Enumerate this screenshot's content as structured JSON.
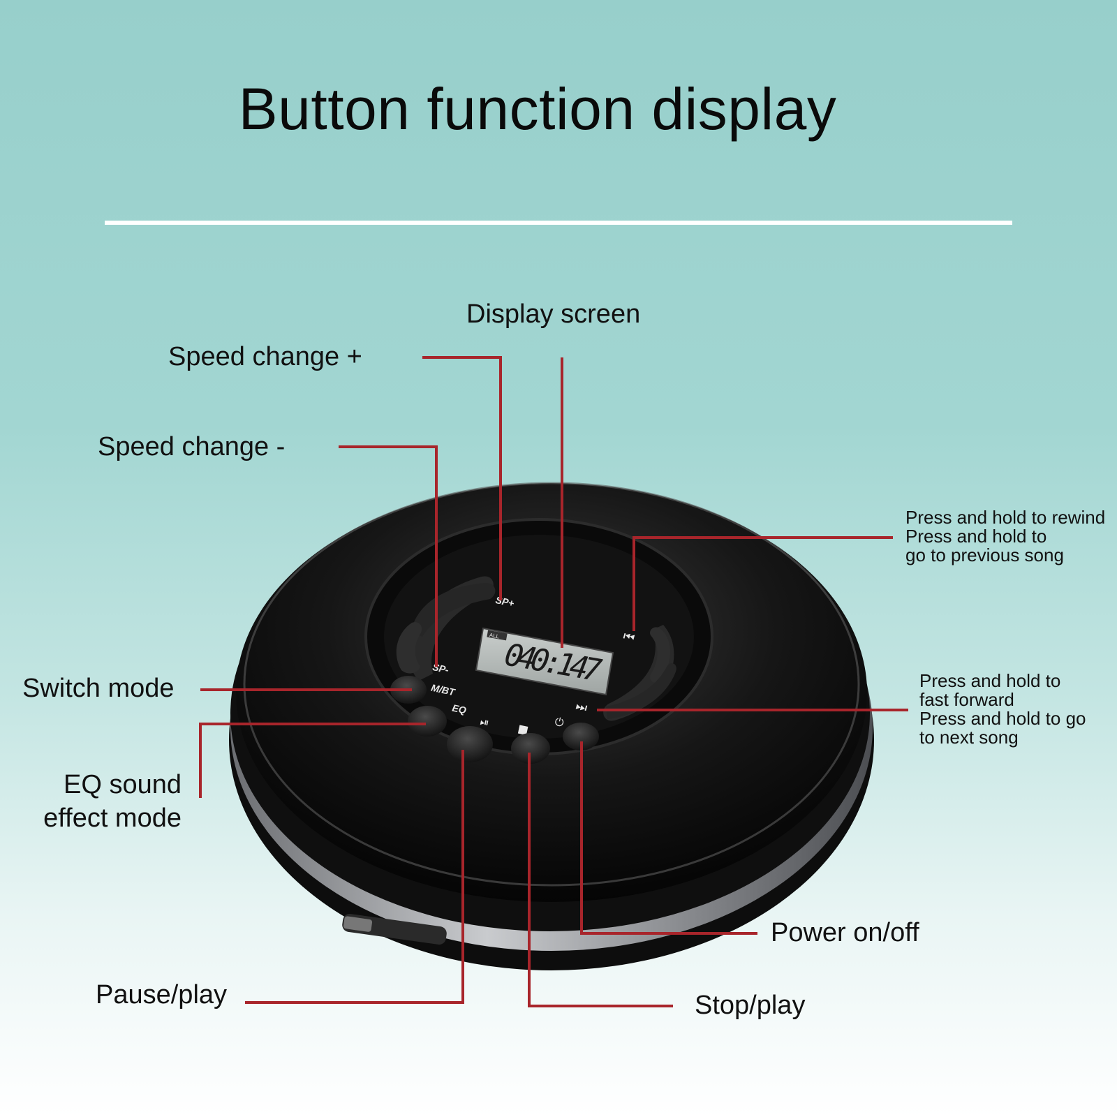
{
  "title": "Button function display",
  "colors": {
    "background_top": "#97cfcb",
    "background_bottom": "#ffffff",
    "leader_line": "#a8252b",
    "device_body": "#141414",
    "lcd": "#b9bfbd"
  },
  "labels": {
    "display_screen": "Display screen",
    "speed_plus": "Speed change +",
    "speed_minus": "Speed change -",
    "switch_mode": "Switch mode",
    "eq_line1": "EQ sound",
    "eq_line2": "effect mode",
    "pause_play": "Pause/play",
    "stop_play": "Stop/play",
    "power": "Power on/off",
    "rewind_line1": "Press and hold to rewind",
    "rewind_line2": "Press and hold to",
    "rewind_line3": "go to previous song",
    "forward_line1": "Press and hold to",
    "forward_line2": "fast forward",
    "forward_line3": "Press and hold to go",
    "forward_line4": "to next song"
  },
  "device": {
    "lcd_text": "040:147",
    "lcd_badge": "ALL",
    "btn_sp_plus": "SP+",
    "btn_sp_minus": "SP-",
    "btn_mbt": "M/BT",
    "btn_eq": "EQ",
    "icon_prev": "previous-track-icon",
    "icon_next": "next-track-icon",
    "icon_playpause": "play-pause-icon",
    "icon_stop": "stop-icon",
    "icon_power": "power-icon"
  }
}
